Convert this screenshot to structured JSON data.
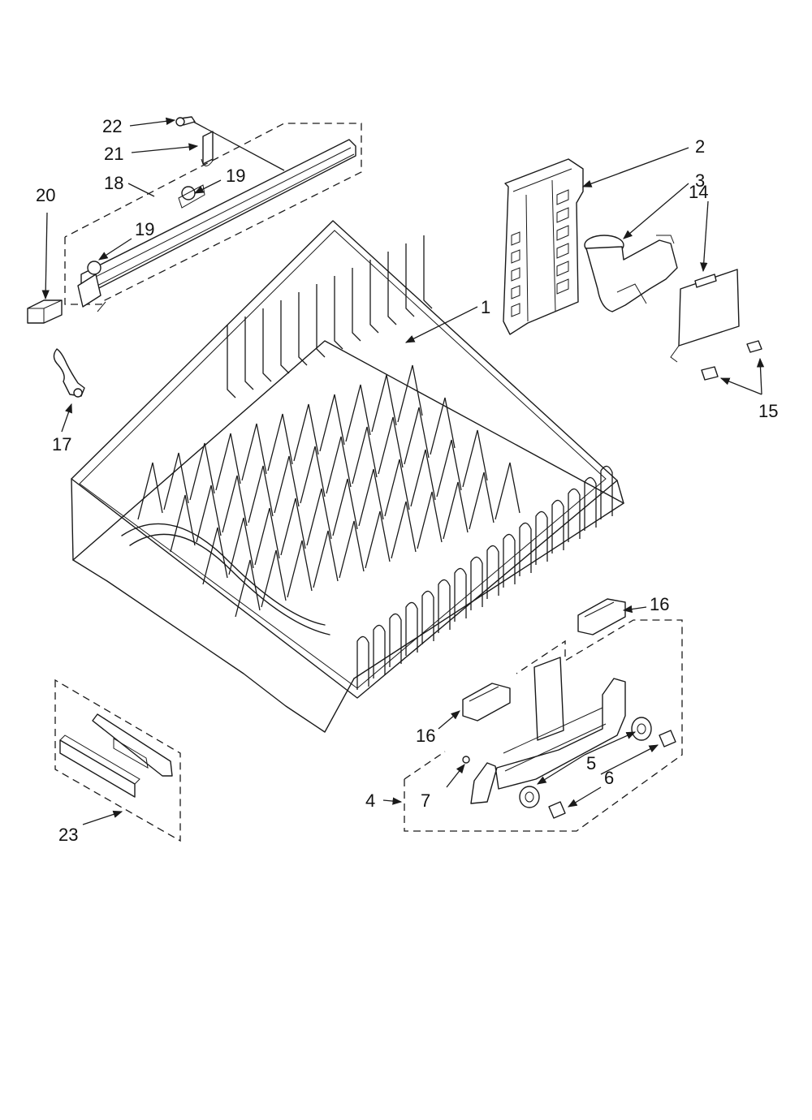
{
  "callouts": {
    "c1": "1",
    "c2": "2",
    "c3": "3",
    "c4": "4",
    "c5": "5",
    "c6": "6",
    "c7": "7",
    "c14": "14",
    "c15": "15",
    "c16a": "16",
    "c16b": "16",
    "c17": "17",
    "c18": "18",
    "c19a": "19",
    "c19b": "19",
    "c20": "20",
    "c21": "21",
    "c22": "22",
    "c23": "23"
  }
}
